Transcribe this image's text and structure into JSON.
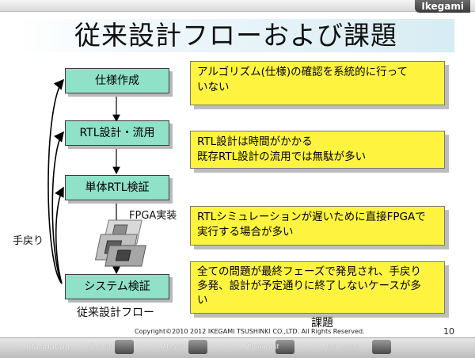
{
  "brand": {
    "logo": "Ikegami"
  },
  "title": "従来設計フローおよび課題",
  "flow": {
    "steps": [
      "仕様作成",
      "RTL設計・流用",
      "単体RTL検証",
      "システム検証"
    ],
    "fpga_label": "FPGA実装",
    "rework_label": "手戻り",
    "caption": "従来設計フロー"
  },
  "issues": {
    "items": [
      [
        "アルゴリズム(仕様)の確認を系統的に行って",
        "いない"
      ],
      [
        "RTL設計は時間がかかる",
        "既存RTL設計の流用では無駄が多い"
      ],
      [
        "RTLシミュレーションが遅いために直接FPGAで",
        "実行する場合が多い"
      ],
      [
        "全ての問題が最終フェーズで発見され、手戻り",
        "多発、設計が予定通りに終了しないケースが多",
        "い"
      ]
    ],
    "caption": "課題"
  },
  "footer": {
    "copyright": "Copyright©2010 2012 IKEGAMI TSUSHINKI CO.,LTD. All Rights Reserved.",
    "page_number": "10",
    "items": [
      "Information",
      "Security",
      "Medical",
      "Broadcast",
      "Inspection"
    ]
  }
}
